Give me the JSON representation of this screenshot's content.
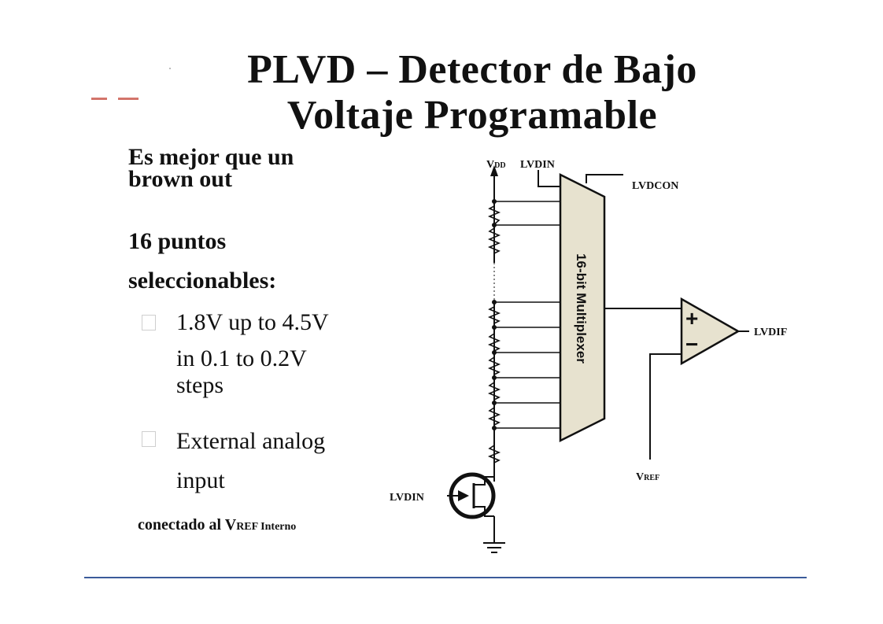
{
  "slide": {
    "title_line1": "PLVD – Detector de Bajo",
    "title_line2": "Voltaje Programable",
    "point_1": "Es mejor que un brown out",
    "point_2a": "16 puntos",
    "point_2b": "seleccionables:",
    "sub_bullets": [
      {
        "line1": "1.8V up to 4.5V",
        "line2": "in 0.1 to 0.2V",
        "line3": "steps"
      },
      {
        "line1": "External analog",
        "line2": "input"
      }
    ],
    "note_main": "conectado al V",
    "note_sub": "REF Interno"
  },
  "diagram": {
    "vdd_main": "V",
    "vdd_sub": "DD",
    "lvdin_top": "LVDIN",
    "lvdcon": "LVDCON",
    "mux_label": "16-bit Multiplexer",
    "lvdif": "LVDIF",
    "vref_main": "V",
    "vref_sub": "REF",
    "lvdin_bottom": "LVDIN",
    "plus": "+",
    "minus": "−"
  },
  "colors": {
    "mux_fill": "#e7e2cf",
    "comparator_fill": "#e7e2cf",
    "footer_line": "#3b5b9a"
  }
}
